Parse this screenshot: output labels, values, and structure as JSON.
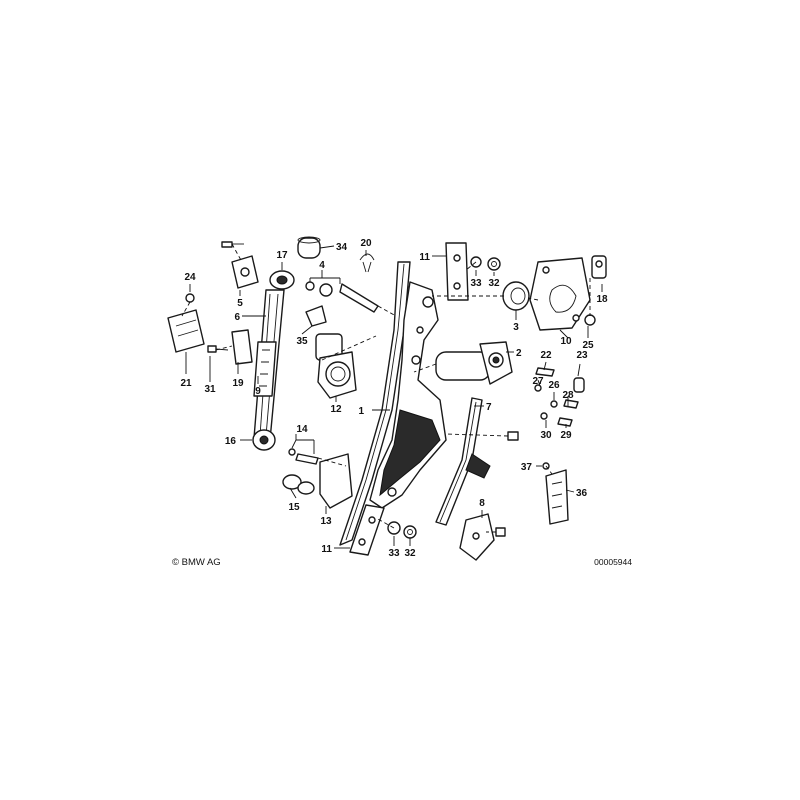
{
  "diagram": {
    "callouts": [
      "1",
      "2",
      "3",
      "4",
      "5",
      "6",
      "7",
      "8",
      "9",
      "10",
      "11",
      "11",
      "12",
      "13",
      "14",
      "15",
      "16",
      "17",
      "18",
      "19",
      "20",
      "21",
      "22",
      "23",
      "24",
      "25",
      "26",
      "27",
      "28",
      "29",
      "30",
      "31",
      "32",
      "32",
      "33",
      "33",
      "34",
      "35",
      "36",
      "37"
    ],
    "copyright": "© BMW AG",
    "reference": "00005944"
  }
}
